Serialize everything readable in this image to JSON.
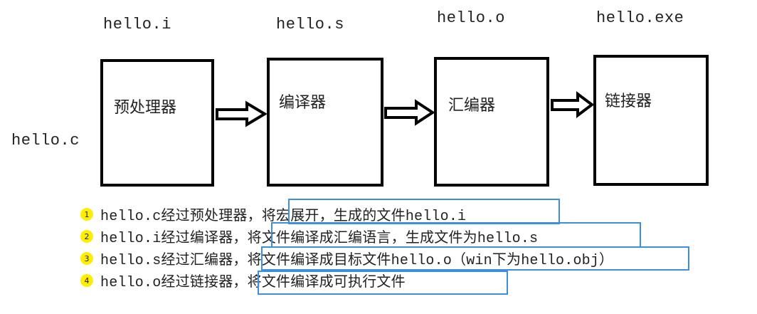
{
  "files": {
    "input": "hello.c",
    "preprocessed": "hello.i",
    "assembly": "hello.s",
    "object": "hello.o",
    "executable": "hello.exe"
  },
  "stages": {
    "preprocessor": "预处理器",
    "compiler": "编译器",
    "assembler": "汇编器",
    "linker": "链接器"
  },
  "steps": [
    {
      "number": "1",
      "text": "hello.c经过预处理器，将宏展开，生成的文件hello.i"
    },
    {
      "number": "2",
      "text": "hello.i经过编译器，将文件编译成汇编语言，生成文件为hello.s"
    },
    {
      "number": "3",
      "text": "hello.s经过汇编器，将文件编译成目标文件hello.o（win下为hello.obj）"
    },
    {
      "number": "4",
      "text": "hello.o经过链接器，将文件编译成可执行文件"
    }
  ],
  "colors": {
    "box_border": "#000000",
    "highlight_border": "#3b8fe0",
    "badge_fill": "#ffee00"
  }
}
